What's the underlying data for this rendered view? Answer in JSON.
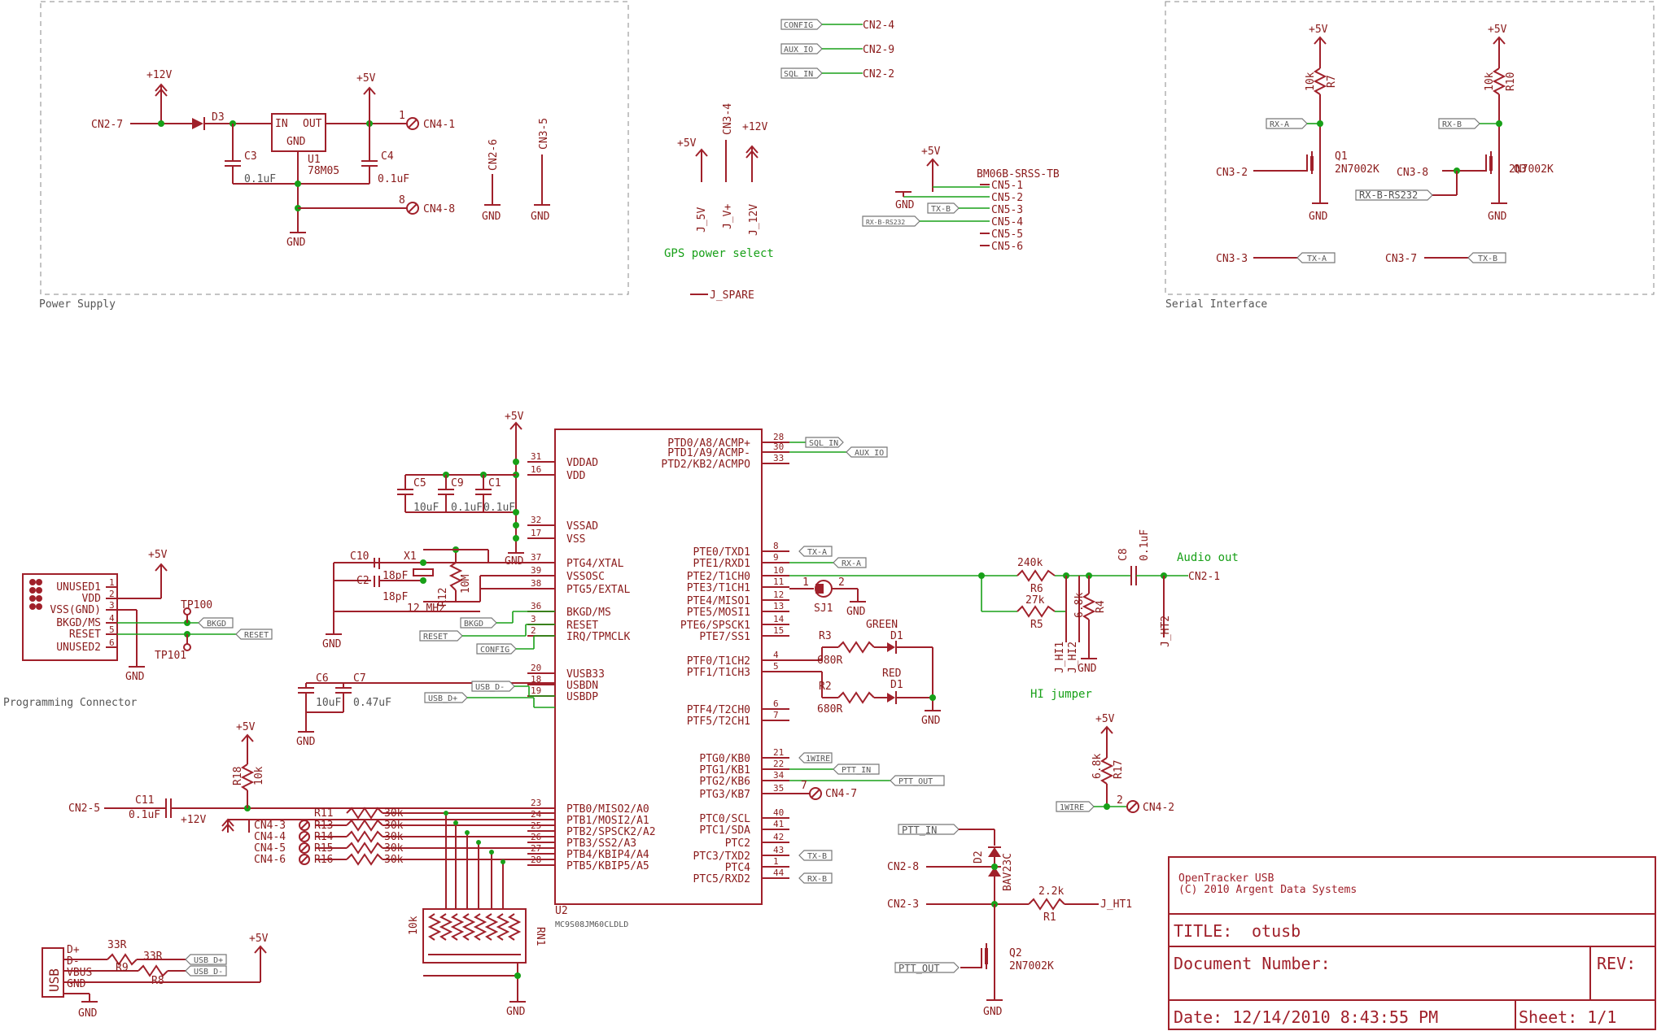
{
  "frames": {
    "power_supply": "Power Supply",
    "serial_interface": "Serial Interface",
    "programming_connector": "Programming Connector"
  },
  "power": {
    "v12": "+12V",
    "v5": "+5V",
    "gnd": "GND",
    "cn2_7": "CN2-7",
    "d3": "D3",
    "u1": "U1",
    "u1_part": "78M05",
    "in": "IN",
    "out": "OUT",
    "c3": "C3",
    "c3_val": "0.1uF",
    "c4": "C4",
    "c4_val": "0.1uF",
    "cn4_1": "CN4-1",
    "cn4_8": "CN4-8",
    "cn2_6": "CN2-6",
    "cn3_5": "CN3-5",
    "pin1": "1",
    "pin8": "8"
  },
  "top_tags": {
    "config": "CONFIG",
    "cn2_4": "CN2-4",
    "aux_io": "AUX_IO",
    "cn2_9": "CN2-9",
    "sql_in": "SQL_IN",
    "cn2_2": "CN2-2"
  },
  "gps": {
    "v5": "+5V",
    "cn3_4": "CN3-4",
    "v12": "+12V",
    "j5v": "J_5V",
    "jvp": "J_V+",
    "j12v": "J_12V",
    "label": "GPS power select",
    "spare": "J_SPARE"
  },
  "cn5": {
    "v5": "+5V",
    "gnd": "GND",
    "part": "BM06B-SRSS-TB",
    "pins": [
      "CN5-1",
      "CN5-2",
      "CN5-3",
      "CN5-4",
      "CN5-5",
      "CN5-6"
    ],
    "tx_b": "TX-B",
    "rx_b": "RX-B-RS232"
  },
  "serial": {
    "v5": "+5V",
    "r7": "R7",
    "r7_val": "10k",
    "r10": "R10",
    "r10_val": "10k",
    "rx_a": "RX-A",
    "rx_b": "RX-B",
    "q1": "Q1",
    "q3": "Q3",
    "mosfet": "2N7002K",
    "cn3_2": "CN3-2",
    "cn3_8": "CN3-8",
    "gnd": "GND",
    "rx_b_232": "RX-B-RS232",
    "cn3_3": "CN3-3",
    "tx_a": "TX-A",
    "cn3_7": "CN3-7",
    "tx_b": "TX-B"
  },
  "mcu": {
    "name": "U2",
    "part": "MC9S08JM60CLDLD",
    "left_pins": [
      {
        "num": "31",
        "name": "VDDAD"
      },
      {
        "num": "16",
        "name": "VDD"
      },
      {
        "num": "32",
        "name": "VSSAD"
      },
      {
        "num": "17",
        "name": "VSS"
      },
      {
        "num": "37",
        "name": "PTG4/XTAL"
      },
      {
        "num": "39",
        "name": "VSSOSC"
      },
      {
        "num": "38",
        "name": "PTG5/EXTAL"
      },
      {
        "num": "36",
        "name": "BKGD/MS"
      },
      {
        "num": "3",
        "name": "RESET"
      },
      {
        "num": "2",
        "name": "IRQ/TPMCLK"
      },
      {
        "num": "20",
        "name": "VUSB33"
      },
      {
        "num": "18",
        "name": "USBDN"
      },
      {
        "num": "19",
        "name": "USBDP"
      },
      {
        "num": "23",
        "name": "PTB0/MISO2/A0"
      },
      {
        "num": "24",
        "name": "PTB1/MOSI2/A1"
      },
      {
        "num": "25",
        "name": "PTB2/SPSCK2/A2"
      },
      {
        "num": "26",
        "name": "PTB3/SS2/A3"
      },
      {
        "num": "27",
        "name": "PTB4/KBIP4/A4"
      },
      {
        "num": "28",
        "name": "PTB5/KBIP5/A5"
      }
    ],
    "right_pins": [
      {
        "num": "28",
        "name": "PTD0/A8/ACMP+"
      },
      {
        "num": "30",
        "name": "PTD1/A9/ACMP-"
      },
      {
        "num": "33",
        "name": "PTD2/KB2/ACMPO"
      },
      {
        "num": "8",
        "name": "PTE0/TXD1"
      },
      {
        "num": "9",
        "name": "PTE1/RXD1"
      },
      {
        "num": "10",
        "name": "PTE2/T1CH0"
      },
      {
        "num": "11",
        "name": "PTE3/T1CH1"
      },
      {
        "num": "12",
        "name": "PTE4/MISO1"
      },
      {
        "num": "13",
        "name": "PTE5/MOSI1"
      },
      {
        "num": "14",
        "name": "PTE6/SPSCK1"
      },
      {
        "num": "15",
        "name": "PTE7/SS1"
      },
      {
        "num": "4",
        "name": "PTF0/T1CH2"
      },
      {
        "num": "5",
        "name": "PTF1/T1CH3"
      },
      {
        "num": "6",
        "name": "PTF4/T2CH0"
      },
      {
        "num": "7",
        "name": "PTF5/T2CH1"
      },
      {
        "num": "21",
        "name": "PTG0/KB0"
      },
      {
        "num": "22",
        "name": "PTG1/KB1"
      },
      {
        "num": "34",
        "name": "PTG2/KB6"
      },
      {
        "num": "35",
        "name": "PTG3/KB7"
      },
      {
        "num": "40",
        "name": "PTC0/SCL"
      },
      {
        "num": "41",
        "name": "PTC1/SDA"
      },
      {
        "num": "42",
        "name": "PTC2"
      },
      {
        "num": "43",
        "name": "PTC3/TXD2"
      },
      {
        "num": "1",
        "name": "PTC4"
      },
      {
        "num": "44",
        "name": "PTC5/RXD2"
      }
    ],
    "v5": "+5V",
    "gnd": "GND"
  },
  "mcu_tags": {
    "sql_in": "SQL_IN",
    "aux_io": "AUX_IO",
    "tx_a": "TX-A",
    "rx_a": "RX-A",
    "1wire": "1WIRE",
    "ptt_in": "PTT_IN",
    "ptt_out": "PTT_OUT",
    "tx_b": "TX-B",
    "rx_b": "RX-B",
    "cn4_7": "CN4-7",
    "pin7": "7"
  },
  "decoupling": {
    "c5": "C5",
    "c5_val": "10uF",
    "c9": "C9",
    "c9_val": "0.1uF",
    "c1": "C1",
    "c1_val": "0.1uF",
    "c10": "C10",
    "c2": "C2",
    "c_xtal_val": "18pF",
    "x1": "X1",
    "xtal_freq": "12 MHz",
    "r12": "R12",
    "r12_val": "10M",
    "c6": "C6",
    "c6_val": "10uF",
    "c7": "C7",
    "c7_val": "0.47uF",
    "gnd": "GND"
  },
  "prog": {
    "v5": "+5V",
    "gnd": "GND",
    "pins": [
      {
        "num": "1",
        "name": "UNUSED1"
      },
      {
        "num": "2",
        "name": "VDD"
      },
      {
        "num": "3",
        "name": "VSS(GND)"
      },
      {
        "num": "4",
        "name": "BKGD/MS"
      },
      {
        "num": "5",
        "name": "RESET"
      },
      {
        "num": "6",
        "name": "UNUSED2"
      }
    ],
    "tp100": "TP100",
    "tp101": "TP101",
    "bkgd": "BKGD",
    "reset": "RESET",
    "config": "CONFIG",
    "usb_dn": "USB_D-",
    "usb_dp": "USB_D+"
  },
  "audio": {
    "r6": "R6",
    "r6_val": "240k",
    "r5": "R5",
    "r5_val": "27k",
    "r4": "R4",
    "r4_val": "6.8k",
    "c8": "C8",
    "c8_val": "0.1uF",
    "label": "Audio out",
    "cn2_1": "CN2-1",
    "jht1": "J_HT1",
    "jht2": "J_HT2",
    "j_hi1": "J_HI1",
    "j_hi2": "J_HI2",
    "hi_label": "HI jumper",
    "sj1": "SJ1",
    "gnd": "GND",
    "pin1": "1",
    "pin2": "2"
  },
  "leds": {
    "r3": "R3",
    "r3_val": "680R",
    "r2": "R2",
    "r2_val": "680R",
    "green": "GREEN",
    "red": "RED",
    "d1": "D1",
    "gnd": "GND"
  },
  "onewire": {
    "v5": "+5V",
    "r17": "R17",
    "r17_val": "6.8k",
    "tag": "1WIRE",
    "cn4_2": "CN4-2",
    "pin2": "2"
  },
  "ptt": {
    "ptt_in": "PTT_IN",
    "d2": "D2",
    "d2_part": "BAV23C",
    "cn2_8": "CN2-8",
    "cn2_3": "CN2-3",
    "r1": "R1",
    "r1_val": "2.2k",
    "jht1": "J_HT1",
    "q2": "Q2",
    "q2_part": "2N7002K",
    "ptt_out": "PTT_OUT",
    "gnd": "GND"
  },
  "portb": {
    "cn2_5": "CN2-5",
    "c11": "C11",
    "c11_val": "0.1uF",
    "v12": "+12V",
    "v5": "+5V",
    "r18": "R18",
    "r18_val": "10k",
    "res": [
      {
        "ref": "R11",
        "val": "30k",
        "cn": ""
      },
      {
        "ref": "R13",
        "val": "30k",
        "cn": "CN4-3"
      },
      {
        "ref": "R14",
        "val": "30k",
        "cn": "CN4-4"
      },
      {
        "ref": "R15",
        "val": "30k",
        "cn": "CN4-5"
      },
      {
        "ref": "R16",
        "val": "30k",
        "cn": "CN4-6"
      }
    ],
    "rn1": "RN1",
    "rn_val": "10k",
    "gnd": "GND"
  },
  "usb": {
    "label": "USB",
    "dp": "D+",
    "dn": "D-",
    "vbus": "VBUS",
    "gnd_pin": "GND",
    "r9": "R9",
    "r8": "R8",
    "r_val": "33R",
    "usb_dp": "USB_D+",
    "usb_dn": "USB_D-",
    "v5": "+5V",
    "gnd": "GND"
  },
  "title_block": {
    "company1": "OpenTracker USB",
    "company2": "(C) 2010 Argent Data Systems",
    "title_label": "TITLE:",
    "title": "otusb",
    "docnum": "Document Number:",
    "rev": "REV:",
    "date": "Date: 12/14/2010 8:43:55 PM",
    "sheet": "Sheet: 1/1"
  }
}
